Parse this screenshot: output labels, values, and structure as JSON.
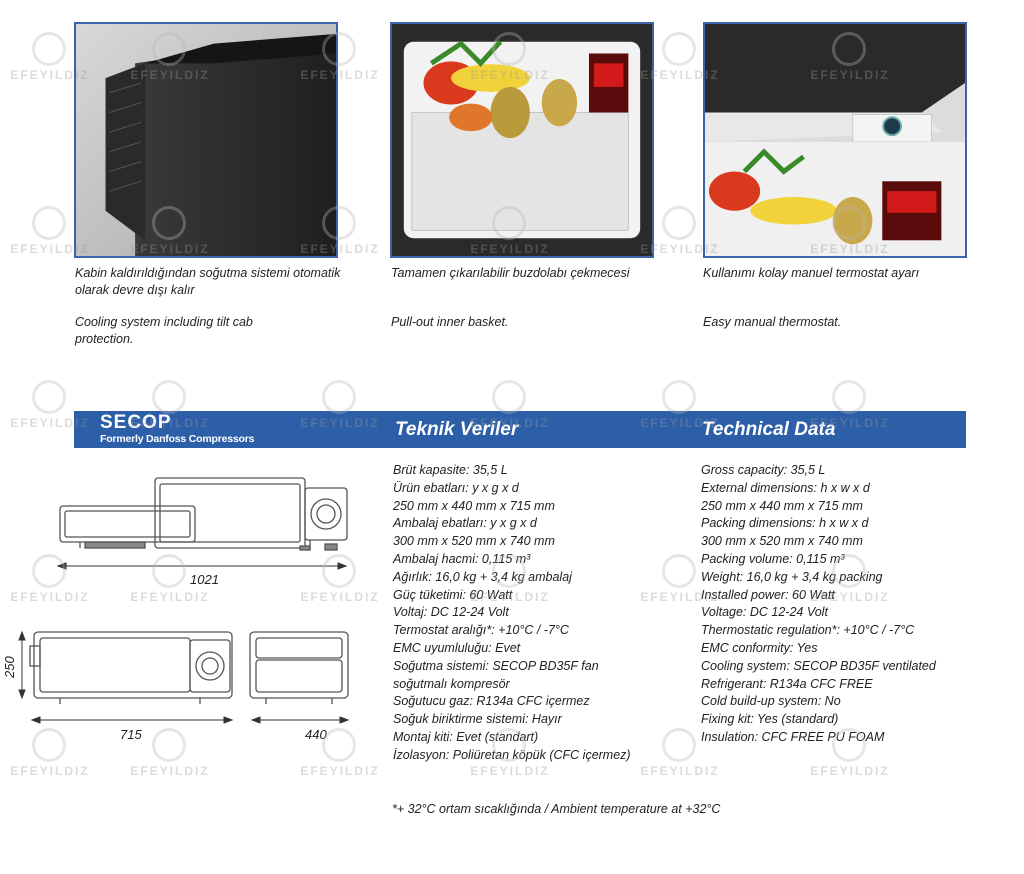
{
  "photos": [
    {
      "caption_tr": "Kabin kaldırıldığından soğutma sistemi otomatik olarak devre dışı kalır",
      "caption_en": "Cooling system including tilt cab protection."
    },
    {
      "caption_tr": "Tamamen çıkarılabilir buzdolabı çekmecesi",
      "caption_en": "Pull-out inner basket."
    },
    {
      "caption_tr": "Kullanımı kolay manuel termostat ayarı",
      "caption_en": "Easy manual thermostat."
    }
  ],
  "band": {
    "brand_name": "SECOP",
    "brand_sub": "Formerly Danfoss Compressors",
    "title_tr": "Teknik Veriler",
    "title_en": "Technical Data"
  },
  "dimensions": {
    "length_total": "1021",
    "height": "250",
    "depth": "715",
    "width": "440"
  },
  "specs_tr": [
    "Brüt kapasite: 35,5 L",
    "Ürün ebatları: y x g x d",
    "250 mm x 440 mm x 715 mm",
    "Ambalaj ebatları: y x g x d",
    "300 mm x 520 mm x 740 mm",
    "Ambalaj hacmi: 0,115 m³",
    "Ağırlık: 16,0 kg + 3,4 kg ambalaj",
    "Güç tüketimi: 60 Watt",
    "Voltaj: DC 12-24 Volt",
    "Termostat aralığı*: +10°C / -7°C",
    "EMC uyumluluğu: Evet",
    "Soğutma sistemi: SECOP BD35F fan",
    "soğutmalı kompresör",
    "Soğutucu gaz: R134a CFC içermez",
    "Soğuk biriktirme sistemi: Hayır",
    "Montaj kiti: Evet (standart)",
    "İzolasyon: Poliüretan köpük (CFC içermez)"
  ],
  "specs_en": [
    "Gross capacity: 35,5 L",
    "External dimensions: h x w x d",
    "250 mm x 440 mm x 715 mm",
    "Packing dimensions: h x w x d",
    "300 mm x 520 mm x 740 mm",
    "Packing volume: 0,115 m³",
    "Weight: 16,0 kg + 3,4 kg packing",
    "Installed power: 60 Watt",
    "Voltage: DC 12-24 Volt",
    "Thermostatic regulation*: +10°C / -7°C",
    "EMC conformity: Yes",
    "Cooling system: SECOP BD35F ventilated",
    "Refrigerant: R134a CFC FREE",
    "Cold build-up system: No",
    "Fixing kit: Yes (standard)",
    "Insulation: CFC FREE PU FOAM"
  ],
  "footnote": "*+ 32°C ortam sıcaklığında / Ambient temperature at +32°C",
  "watermark": "EFEYILDIZ",
  "colors": {
    "band": "#2c5fa8",
    "photo_border": "#3b64a8"
  }
}
